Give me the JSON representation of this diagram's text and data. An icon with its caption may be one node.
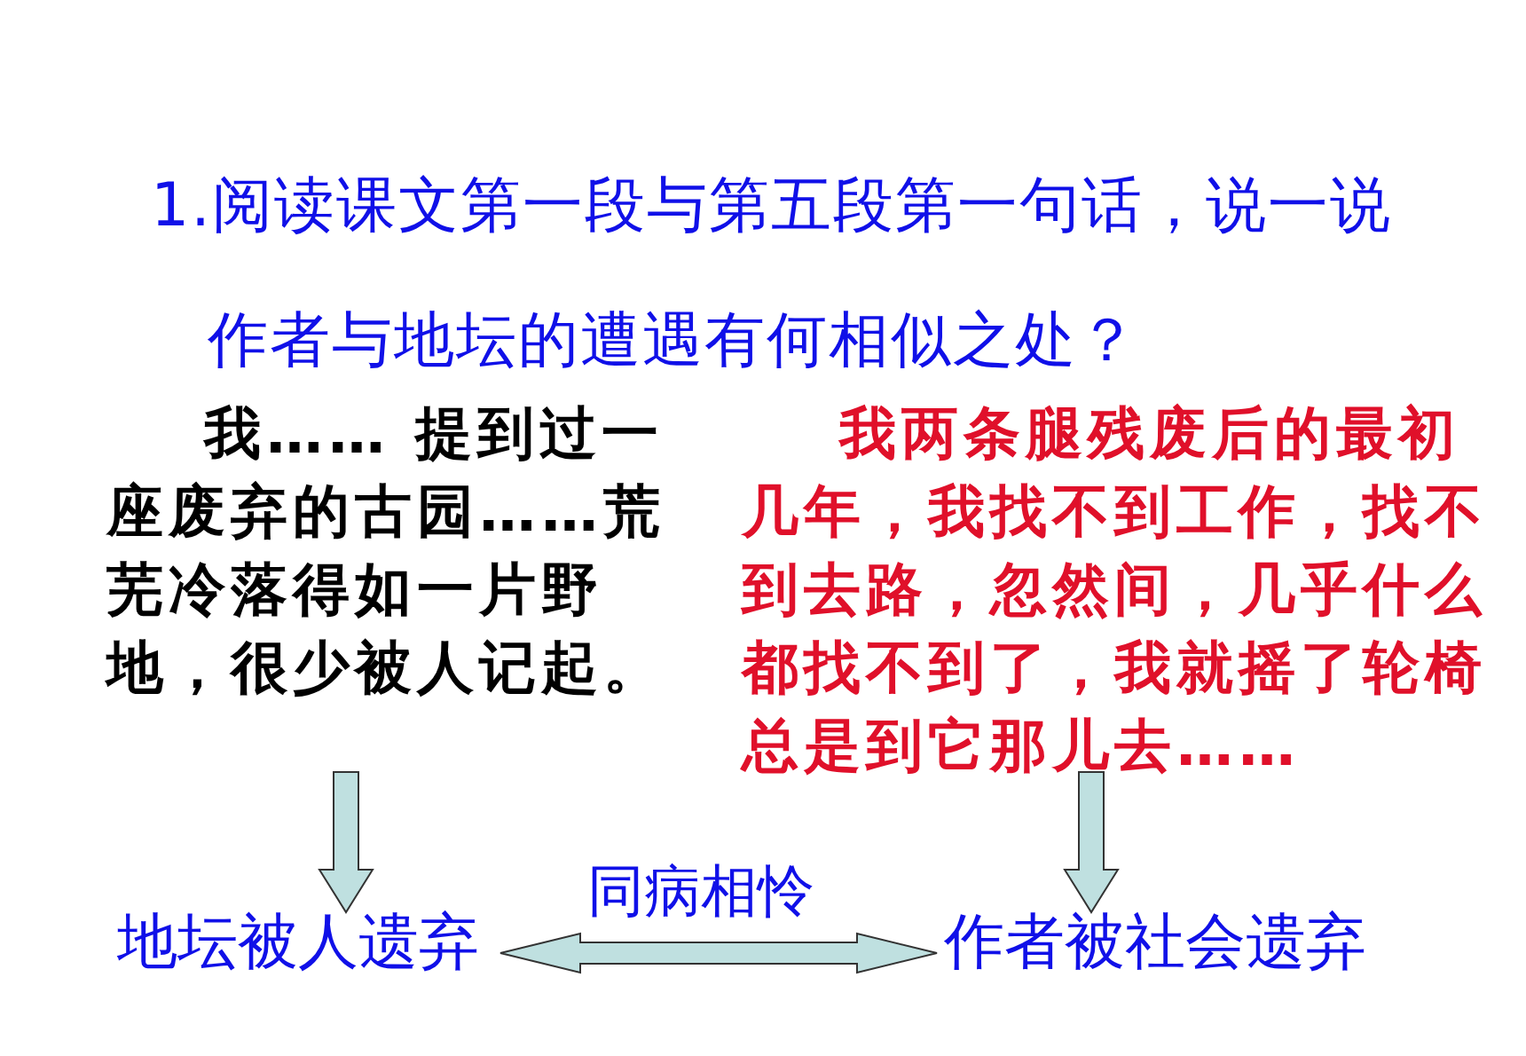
{
  "diagram": {
    "title": "1.阅读课文第一段与第五段第一句话，说一说作者与地坛的遭遇有何相似之处？",
    "nodes": [
      {
        "text": [
          "我…… 提到过一座废弃的古园……荒芜冷落得如一片野地，很少被人记起。"
        ]
      },
      {
        "text": [
          "我两条腿残废后的最初几年，我找不到工作，找不到去路，忽然间，几乎什么都找不到了，我就摇了轮椅总是到它那儿去……"
        ]
      },
      {
        "text": [
          "地坛被人遗弃"
        ]
      },
      {
        "text": [
          "作者被社会遗弃"
        ]
      }
    ],
    "edges": [
      {
        "from": 0,
        "to": 2,
        "arrow": "to"
      },
      {
        "from": 1,
        "to": 3,
        "arrow": "to"
      },
      {
        "from": 2,
        "to": 3,
        "arrow": "both",
        "label": "同病相怜"
      }
    ]
  }
}
